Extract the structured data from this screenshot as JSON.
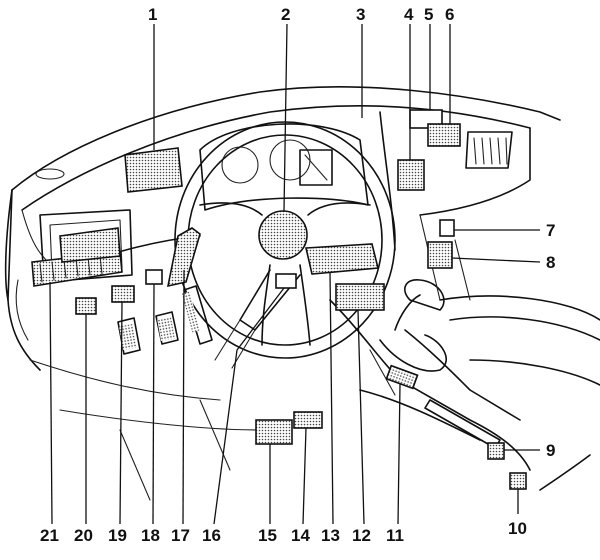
{
  "diagram": {
    "colors": {
      "ink": "#111111",
      "hatch": "#9a9a9a",
      "paper": "#ffffff"
    },
    "callouts": [
      {
        "id": "1",
        "label": "1"
      },
      {
        "id": "2",
        "label": "2"
      },
      {
        "id": "3",
        "label": "3"
      },
      {
        "id": "4",
        "label": "4"
      },
      {
        "id": "5",
        "label": "5"
      },
      {
        "id": "6",
        "label": "6"
      },
      {
        "id": "7",
        "label": "7"
      },
      {
        "id": "8",
        "label": "8"
      },
      {
        "id": "9",
        "label": "9"
      },
      {
        "id": "10",
        "label": "10"
      },
      {
        "id": "11",
        "label": "11"
      },
      {
        "id": "12",
        "label": "12"
      },
      {
        "id": "13",
        "label": "13"
      },
      {
        "id": "14",
        "label": "14"
      },
      {
        "id": "15",
        "label": "15"
      },
      {
        "id": "16",
        "label": "16"
      },
      {
        "id": "17",
        "label": "17"
      },
      {
        "id": "18",
        "label": "18"
      },
      {
        "id": "19",
        "label": "19"
      },
      {
        "id": "20",
        "label": "20"
      },
      {
        "id": "21",
        "label": "21"
      }
    ]
  }
}
